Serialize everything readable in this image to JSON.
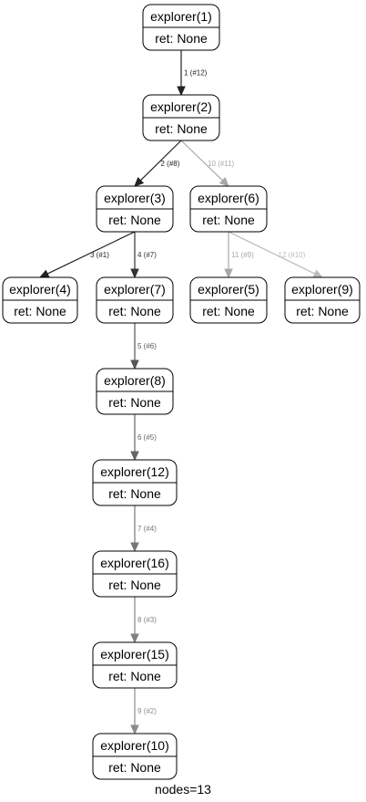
{
  "nodes": [
    {
      "id": 1,
      "title": "explorer(1)",
      "ret": "ret: None"
    },
    {
      "id": 2,
      "title": "explorer(2)",
      "ret": "ret: None"
    },
    {
      "id": 3,
      "title": "explorer(3)",
      "ret": "ret: None"
    },
    {
      "id": 6,
      "title": "explorer(6)",
      "ret": "ret: None"
    },
    {
      "id": 4,
      "title": "explorer(4)",
      "ret": "ret: None"
    },
    {
      "id": 7,
      "title": "explorer(7)",
      "ret": "ret: None"
    },
    {
      "id": 5,
      "title": "explorer(5)",
      "ret": "ret: None"
    },
    {
      "id": 9,
      "title": "explorer(9)",
      "ret": "ret: None"
    },
    {
      "id": 8,
      "title": "explorer(8)",
      "ret": "ret: None"
    },
    {
      "id": 12,
      "title": "explorer(12)",
      "ret": "ret: None"
    },
    {
      "id": 16,
      "title": "explorer(16)",
      "ret": "ret: None"
    },
    {
      "id": 15,
      "title": "explorer(15)",
      "ret": "ret: None"
    },
    {
      "id": 10,
      "title": "explorer(10)",
      "ret": "ret: None"
    }
  ],
  "edges": [
    {
      "from": 1,
      "to": 2,
      "label": "1 (#12)",
      "color": "#222222"
    },
    {
      "from": 2,
      "to": 3,
      "label": "2 (#8)",
      "color": "#222222"
    },
    {
      "from": 2,
      "to": 6,
      "label": "10 (#11)",
      "color": "#a8a8a8"
    },
    {
      "from": 3,
      "to": 4,
      "label": "3 (#1)",
      "color": "#222222"
    },
    {
      "from": 3,
      "to": 7,
      "label": "4 (#7)",
      "color": "#333333"
    },
    {
      "from": 6,
      "to": 5,
      "label": "11 (#9)",
      "color": "#a8a8a8"
    },
    {
      "from": 6,
      "to": 9,
      "label": "12 (#10)",
      "color": "#bbbbbb"
    },
    {
      "from": 7,
      "to": 8,
      "label": "5 (#6)",
      "color": "#555555"
    },
    {
      "from": 8,
      "to": 12,
      "label": "6 (#5)",
      "color": "#666666"
    },
    {
      "from": 12,
      "to": 16,
      "label": "7 (#4)",
      "color": "#777777"
    },
    {
      "from": 16,
      "to": 15,
      "label": "8 (#3)",
      "color": "#808080"
    },
    {
      "from": 15,
      "to": 10,
      "label": "9 (#2)",
      "color": "#8c8c8c"
    }
  ],
  "footer": "nodes=13"
}
